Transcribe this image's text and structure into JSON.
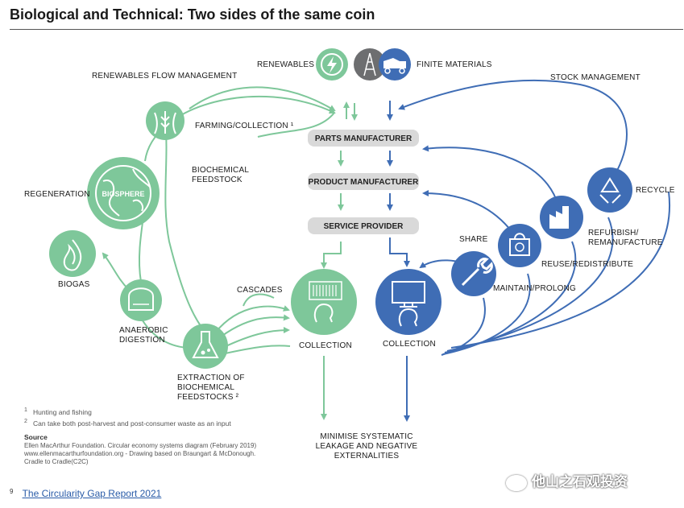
{
  "title": "Biological and Technical: Two sides of the same coin",
  "labels": {
    "renewables": "RENEWABLES",
    "finite_materials": "FINITE MATERIALS",
    "renewables_flow": "RENEWABLES FLOW MANAGEMENT",
    "stock_management": "STOCK MANAGEMENT",
    "farming": "FARMING/COLLECTION ¹",
    "biochemical_feedstock_1": "BIOCHEMICAL",
    "biochemical_feedstock_2": "FEEDSTOCK",
    "regeneration": "REGENERATION",
    "biosphere": "BIOSPHERE",
    "biogas": "BIOGAS",
    "anaerobic_1": "ANAEROBIC",
    "anaerobic_2": "DIGESTION",
    "extraction_1": "EXTRACTION OF",
    "extraction_2": "BIOCHEMICAL",
    "extraction_3": "FEEDSTOCKS ²",
    "cascades": "CASCADES",
    "collection_bio": "COLLECTION",
    "collection_tech": "COLLECTION",
    "parts_manufacturer": "PARTS MANUFACTURER",
    "product_manufacturer": "PRODUCT MANUFACTURER",
    "service_provider": "SERVICE PROVIDER",
    "share": "SHARE",
    "maintain": "MAINTAIN/PROLONG",
    "reuse": "REUSE/REDISTRIBUTE",
    "refurbish_1": "REFURBISH/",
    "refurbish_2": "REMANUFACTURE",
    "recycle": "RECYCLE",
    "minimise_1": "MINIMISE SYSTEMATIC",
    "minimise_2": "LEAKAGE AND NEGATIVE",
    "minimise_3": "EXTERNALITIES"
  },
  "notes": {
    "note1_mark": "1",
    "note1": "Hunting and fishing",
    "note2_mark": "2",
    "note2": "Can take both post-harvest and post-consumer waste as an input"
  },
  "source": {
    "heading": "Source",
    "line1": "Ellen MacArthur Foundation. Circular economy systems diagram (February 2019)",
    "line2": "www.ellenmacarthurfoundation.org - Drawing based on Braungart & McDonough.",
    "line3": "Cradle to Cradle(C2C)"
  },
  "footer": {
    "page": "9",
    "link": "The Circularity Gap Report 2021"
  },
  "watermark": "他山之石观投资",
  "colors": {
    "green": "#7ec79a",
    "blue": "#3f6db5",
    "grey_pill": "#d9d9d9",
    "dark_grey": "#6d6e70"
  }
}
